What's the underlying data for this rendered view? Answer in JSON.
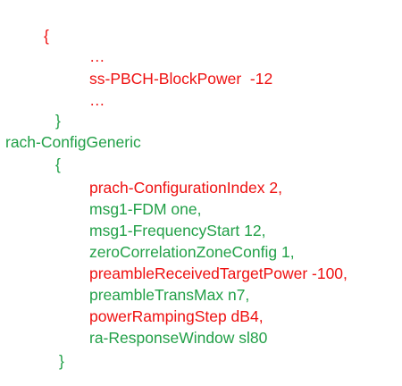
{
  "colors": {
    "red": "#ee1111",
    "green": "#22a048"
  },
  "lines": [
    {
      "text": "{",
      "color": "red"
    },
    {
      "text": "…",
      "color": "red"
    },
    {
      "text": "ss-PBCH-BlockPower  -12",
      "color": "red"
    },
    {
      "text": "…",
      "color": "red"
    },
    {
      "text": "}",
      "color": "green"
    },
    {
      "text": "rach-ConfigGeneric",
      "color": "green"
    },
    {
      "text": "{",
      "color": "green"
    },
    {
      "text": "prach-ConfigurationIndex 2,",
      "color": "red"
    },
    {
      "text": "msg1-FDM one,",
      "color": "green"
    },
    {
      "text": "msg1-FrequencyStart 12,",
      "color": "green"
    },
    {
      "text": "zeroCorrelationZoneConfig 1,",
      "color": "green"
    },
    {
      "text": "preambleReceivedTargetPower -100,",
      "color": "red"
    },
    {
      "text": "preambleTransMax n7,",
      "color": "green"
    },
    {
      "text": "powerRampingStep dB4,",
      "color": "red"
    },
    {
      "text": "ra-ResponseWindow sl80",
      "color": "green"
    },
    {
      "text": "}",
      "color": "green"
    }
  ]
}
